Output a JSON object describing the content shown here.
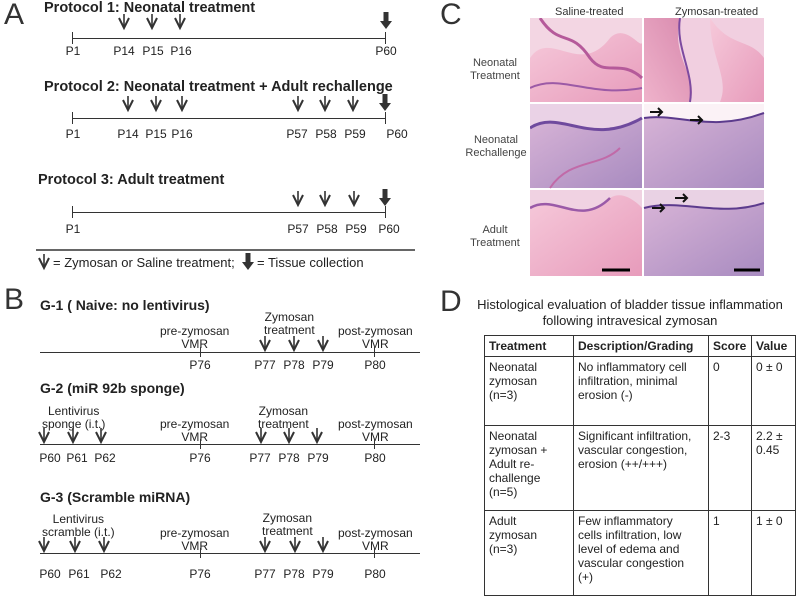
{
  "panels": {
    "a": "A",
    "b": "B",
    "c": "C",
    "d": "D"
  },
  "panel_a": {
    "protocols": [
      {
        "title": "Protocol 1: Neonatal treatment",
        "days": [
          "P1",
          "P14",
          "P15",
          "P16",
          "P60"
        ]
      },
      {
        "title": "Protocol 2: Neonatal treatment + Adult rechallenge",
        "days": [
          "P1",
          "P14",
          "P15",
          "P16",
          "P57",
          "P58",
          "P59",
          "P60"
        ]
      },
      {
        "title": "Protocol 3:  Adult treatment",
        "days": [
          "P1",
          "P57",
          "P58",
          "P59",
          "P60"
        ]
      }
    ],
    "legend_treatment": "= Zymosan or Saline treatment;",
    "legend_collection": "= Tissue collection"
  },
  "panel_b": {
    "groups": [
      {
        "title": "G-1 ( Naive:  no lentivirus)",
        "days": [
          "P76",
          "P77",
          "P78",
          "P79",
          "P80"
        ],
        "pre": "pre-zymosan\nVMR",
        "treat": "Zymosan\ntreatment",
        "post": "post-zymosan\nVMR"
      },
      {
        "title": "G-2 (miR 92b sponge)",
        "days": [
          "P60",
          "P61",
          "P62",
          "P76",
          "P77",
          "P78",
          "P79",
          "P80"
        ],
        "lenti": "Lentivirus\nsponge (i.t.)",
        "pre": "pre-zymosan\nVMR",
        "treat": "Zymosan\ntreatment",
        "post": "post-zymosan\nVMR"
      },
      {
        "title": "G-3 (Scramble miRNA)",
        "days": [
          "P60",
          "P61",
          "P62",
          "P76",
          "P77",
          "P78",
          "P79",
          "P80"
        ],
        "lenti": "Lentivirus\nscramble (i.t.)",
        "pre": "pre-zymosan\nVMR",
        "treat": "Zymosan\ntreatment",
        "post": "post-zymosan\nVMR"
      }
    ]
  },
  "panel_c": {
    "col_heads": [
      "Saline-treated",
      "Zymosan-treated"
    ],
    "rows": [
      "Neonatal\nTreatment",
      "Neonatal\nRechallenge",
      "Adult\nTreatment"
    ]
  },
  "panel_d": {
    "title": "Histological evaluation of bladder tissue inflammation\nfollowing intravesical zymosan",
    "headers": [
      "Treatment",
      "Description/Grading",
      "Score",
      "Value"
    ],
    "rows": [
      [
        "Neonatal\nzymosan\n(n=3)",
        "No inflammatory cell\ninfiltration, minimal\nerosion (-)",
        "0",
        "0 ± 0"
      ],
      [
        "Neonatal\nzymosan +\nAdult re-\nchallenge\n(n=5)",
        "Significant infiltration,\nvascular congestion,\nerosion (++/+++)",
        "2-3",
        "2.2 ±\n0.45"
      ],
      [
        "Adult\nzymosan\n(n=3)",
        "Few inflammatory\ncells infiltration, low\nlevel of edema and\nvascular congestion\n(+)",
        "1",
        "1 ± 0"
      ]
    ]
  }
}
